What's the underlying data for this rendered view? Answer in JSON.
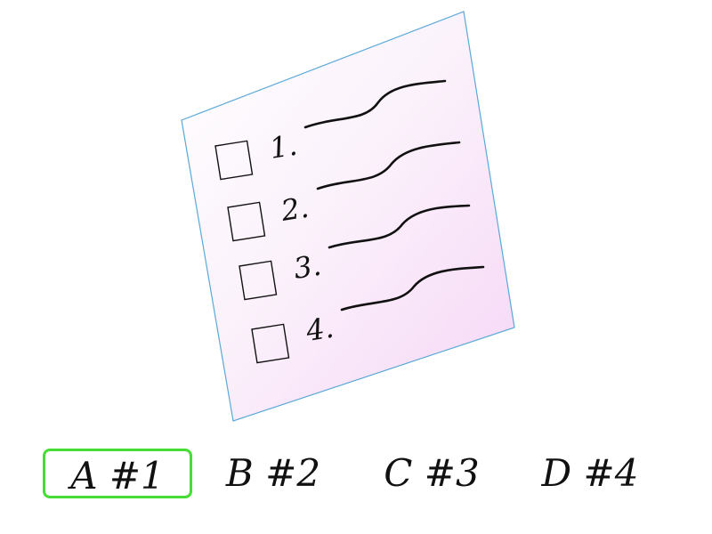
{
  "checklist": {
    "items": [
      {
        "number": "1."
      },
      {
        "number": "2."
      },
      {
        "number": "3."
      },
      {
        "number": "4."
      }
    ],
    "colors": {
      "border": "#5aa8d8",
      "gradient_start": "#ffffff",
      "gradient_end": "#f6d6f6"
    }
  },
  "answers": {
    "options": [
      {
        "label": "A #1",
        "selected": true
      },
      {
        "label": "B #2",
        "selected": false
      },
      {
        "label": "C #3",
        "selected": false
      },
      {
        "label": "D #4",
        "selected": false
      }
    ],
    "selected_border_color": "#44dd33"
  }
}
